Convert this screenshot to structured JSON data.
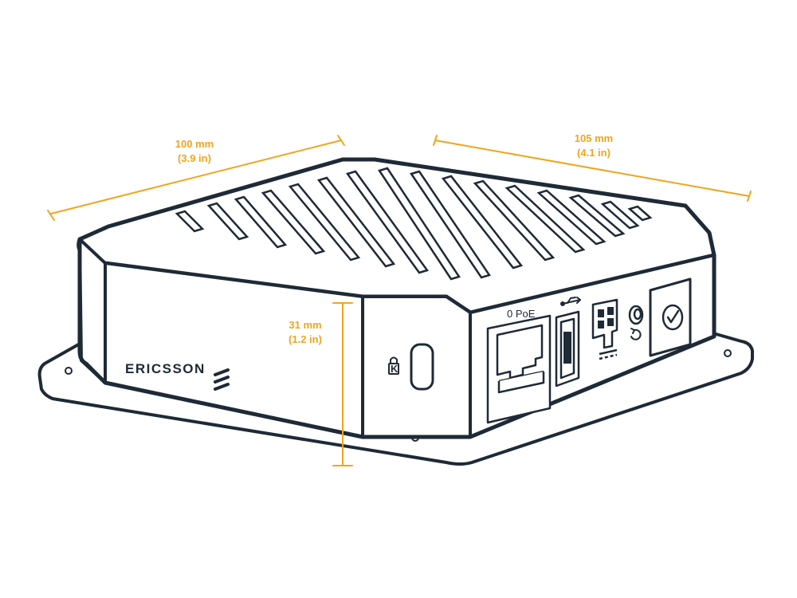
{
  "colors": {
    "outline": "#1e2a36",
    "dimension": "#f0a51c",
    "background": "#ffffff"
  },
  "dimensions": {
    "width": {
      "mm": "100 mm",
      "inch": "(3.9 in)"
    },
    "depth": {
      "mm": "105 mm",
      "inch": "(4.1 in)"
    },
    "height": {
      "mm": "31 mm",
      "inch": "(1.2 in)"
    }
  },
  "device": {
    "brand": "ERICSSON",
    "brand_logo_icon": "ericsson-logo-icon",
    "ports": {
      "ethernet_label": "0 PoE",
      "usb_icon": "usb-icon",
      "reset_icon": "reset-icon",
      "power_icon": "power-connector-icon",
      "status_icon": "checkmark-icon",
      "lock_icon": "kensington-lock-icon"
    }
  }
}
